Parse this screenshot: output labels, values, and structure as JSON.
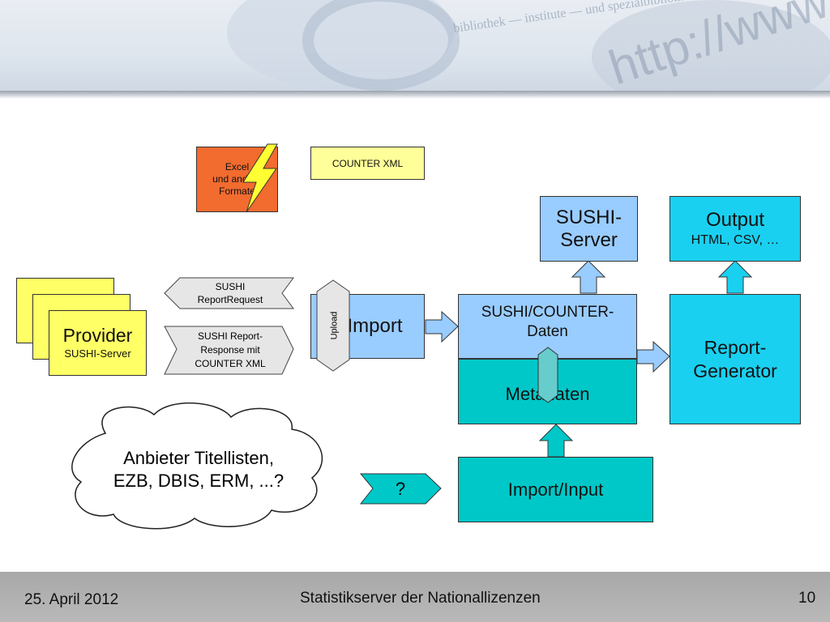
{
  "slide": {
    "formats_box": {
      "line1": "Excel",
      "line2": "und andere",
      "line3": "Formate"
    },
    "counter_xml": "COUNTER XML",
    "sushi_server": {
      "line1": "SUSHI-",
      "line2": "Server"
    },
    "output": {
      "title": "Output",
      "subtitle": "HTML, CSV, …"
    },
    "provider": {
      "title": "Provider",
      "subtitle": "SUSHI-Server"
    },
    "request_arrow": {
      "line1": "SUSHI",
      "line2": "ReportRequest"
    },
    "response_arrow": {
      "line1": "SUSHI Report-",
      "line2": "Response mit",
      "line3": "COUNTER XML"
    },
    "import": "Import",
    "upload": "Upload",
    "sushi_counter_data": {
      "line1": "SUSHI/COUNTER-",
      "line2": "Daten"
    },
    "metadata": "Metadaten",
    "report_generator": {
      "line1": "Report-",
      "line2": "Generator"
    },
    "cloud": {
      "line1": "Anbieter Titellisten,",
      "line2": "EZB, DBIS, ERM, ...?"
    },
    "question": "?",
    "import_input": "Import/Input"
  },
  "footer": {
    "date": "25. April 2012",
    "title": "Statistikserver der Nationallizenzen",
    "page": "10"
  },
  "colors": {
    "orange": "#f26b2f",
    "light_yellow": "#ffff99",
    "yellow": "#ffff66",
    "light_blue": "#99ccff",
    "cyan": "#1ad0f0",
    "teal": "#00c8c8",
    "grey_arrow": "#d9d9d9",
    "footer_grey": "#b3b3b3"
  }
}
